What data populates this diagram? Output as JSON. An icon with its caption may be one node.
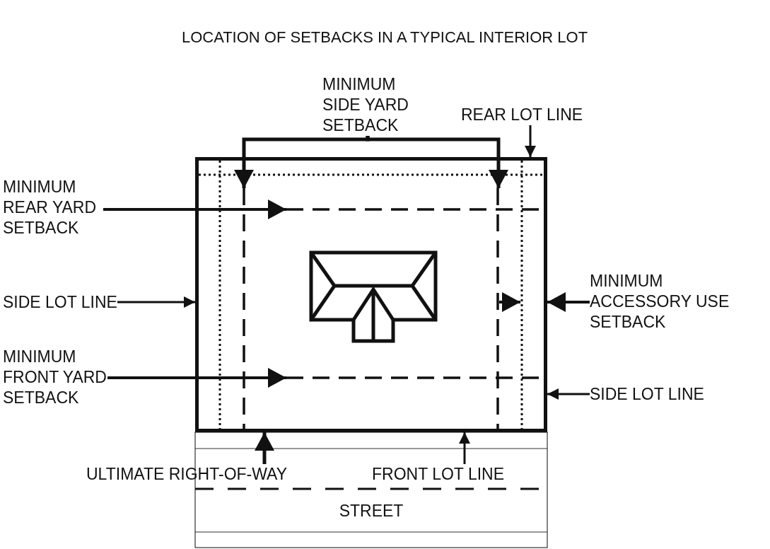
{
  "diagram": {
    "title": "LOCATION OF SETBACKS IN A TYPICAL INTERIOR LOT",
    "nodes": [
      {
        "text": [
          "MINIMUM SIDE YARD SETBACK"
        ]
      },
      {
        "text": [
          "REAR LOT LINE"
        ]
      },
      {
        "text": [],
        "shape": "box"
      },
      {
        "text": [],
        "shape": "line",
        "in": 2
      },
      {
        "text": [],
        "shape": "line",
        "in": 2
      },
      {
        "text": [],
        "shape": "line",
        "in": 2
      },
      {
        "text": [
          "MINIMUM REAR YARD SETBACK"
        ]
      },
      {
        "text": [
          "SIDE LOT LINE"
        ]
      },
      {
        "text": [
          "MINIMUM ACCESSORY USE SETBACK"
        ]
      },
      {
        "text": [],
        "shape": "line",
        "in": 2
      },
      {
        "text": [
          "MINIMUM FRONT YARD SETBACK"
        ]
      },
      {
        "text": [
          "SIDE LOT LINE"
        ]
      },
      {
        "text": [
          "ULTIMATE RIGHT-OF-WAY"
        ]
      },
      {
        "text": [
          "FRONT LOT LINE"
        ]
      },
      {
        "text": [
          "STREET"
        ]
      },
      {
        "text": [],
        "shape": "line",
        "in": 2
      }
    ],
    "edges": [
      {
        "from": 0,
        "to": 3,
        "arrow": "to"
      },
      {
        "from": 0,
        "to": 4,
        "arrow": "to"
      },
      {
        "from": 1,
        "to": 2,
        "arrow": "to"
      },
      {
        "from": 6,
        "to": 5,
        "arrow": "to"
      },
      {
        "from": 7,
        "to": 2,
        "arrow": "to"
      },
      {
        "from": 8,
        "to": 2,
        "arrow": "to"
      },
      {
        "from": 10,
        "to": 9,
        "arrow": "to"
      },
      {
        "from": 11,
        "to": 2,
        "arrow": "to"
      },
      {
        "from": 12,
        "to": 2,
        "arrow": "to"
      },
      {
        "from": 13,
        "to": 2,
        "arrow": "to"
      },
      {
        "from": 4,
        "to": 15,
        "arrow": "to"
      }
    ]
  }
}
